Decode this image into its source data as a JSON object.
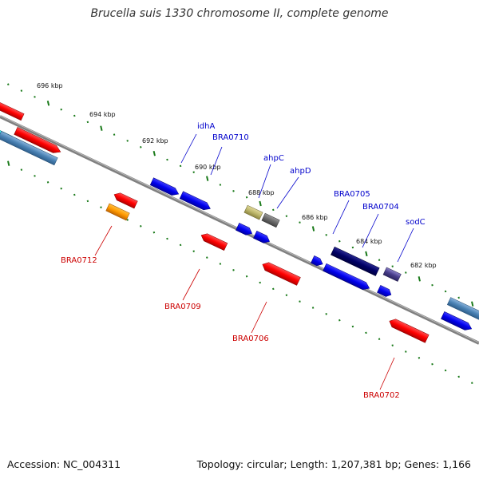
{
  "title": "Brucella suis 1330 chromosome II, complete genome",
  "footer": {
    "accession": "Accession: NC_004311",
    "summary": "Topology: circular; Length: 1,207,381 bp; Genes: 1,166"
  },
  "colors": {
    "backbone": "#808080",
    "forward_label": "#0000cc",
    "reverse_label": "#cc0000",
    "tick": "#1a7a1a"
  },
  "ticks": [
    {
      "label": "696 kbp"
    },
    {
      "label": "694 kbp"
    },
    {
      "label": "692 kbp"
    },
    {
      "label": "690 kbp"
    },
    {
      "label": "688 kbp"
    },
    {
      "label": "686 kbp"
    },
    {
      "label": "684 kbp"
    },
    {
      "label": "682 kbp"
    }
  ],
  "forward_labels": [
    {
      "name": "idhA"
    },
    {
      "name": "BRA0710"
    },
    {
      "name": "ahpC"
    },
    {
      "name": "ahpD"
    },
    {
      "name": "BRA0705"
    },
    {
      "name": "BRA0704"
    },
    {
      "name": "sodC"
    }
  ],
  "reverse_labels": [
    {
      "name": "BRA0712"
    },
    {
      "name": "BRA0709"
    },
    {
      "name": "BRA0706"
    },
    {
      "name": "BRA0702"
    }
  ]
}
